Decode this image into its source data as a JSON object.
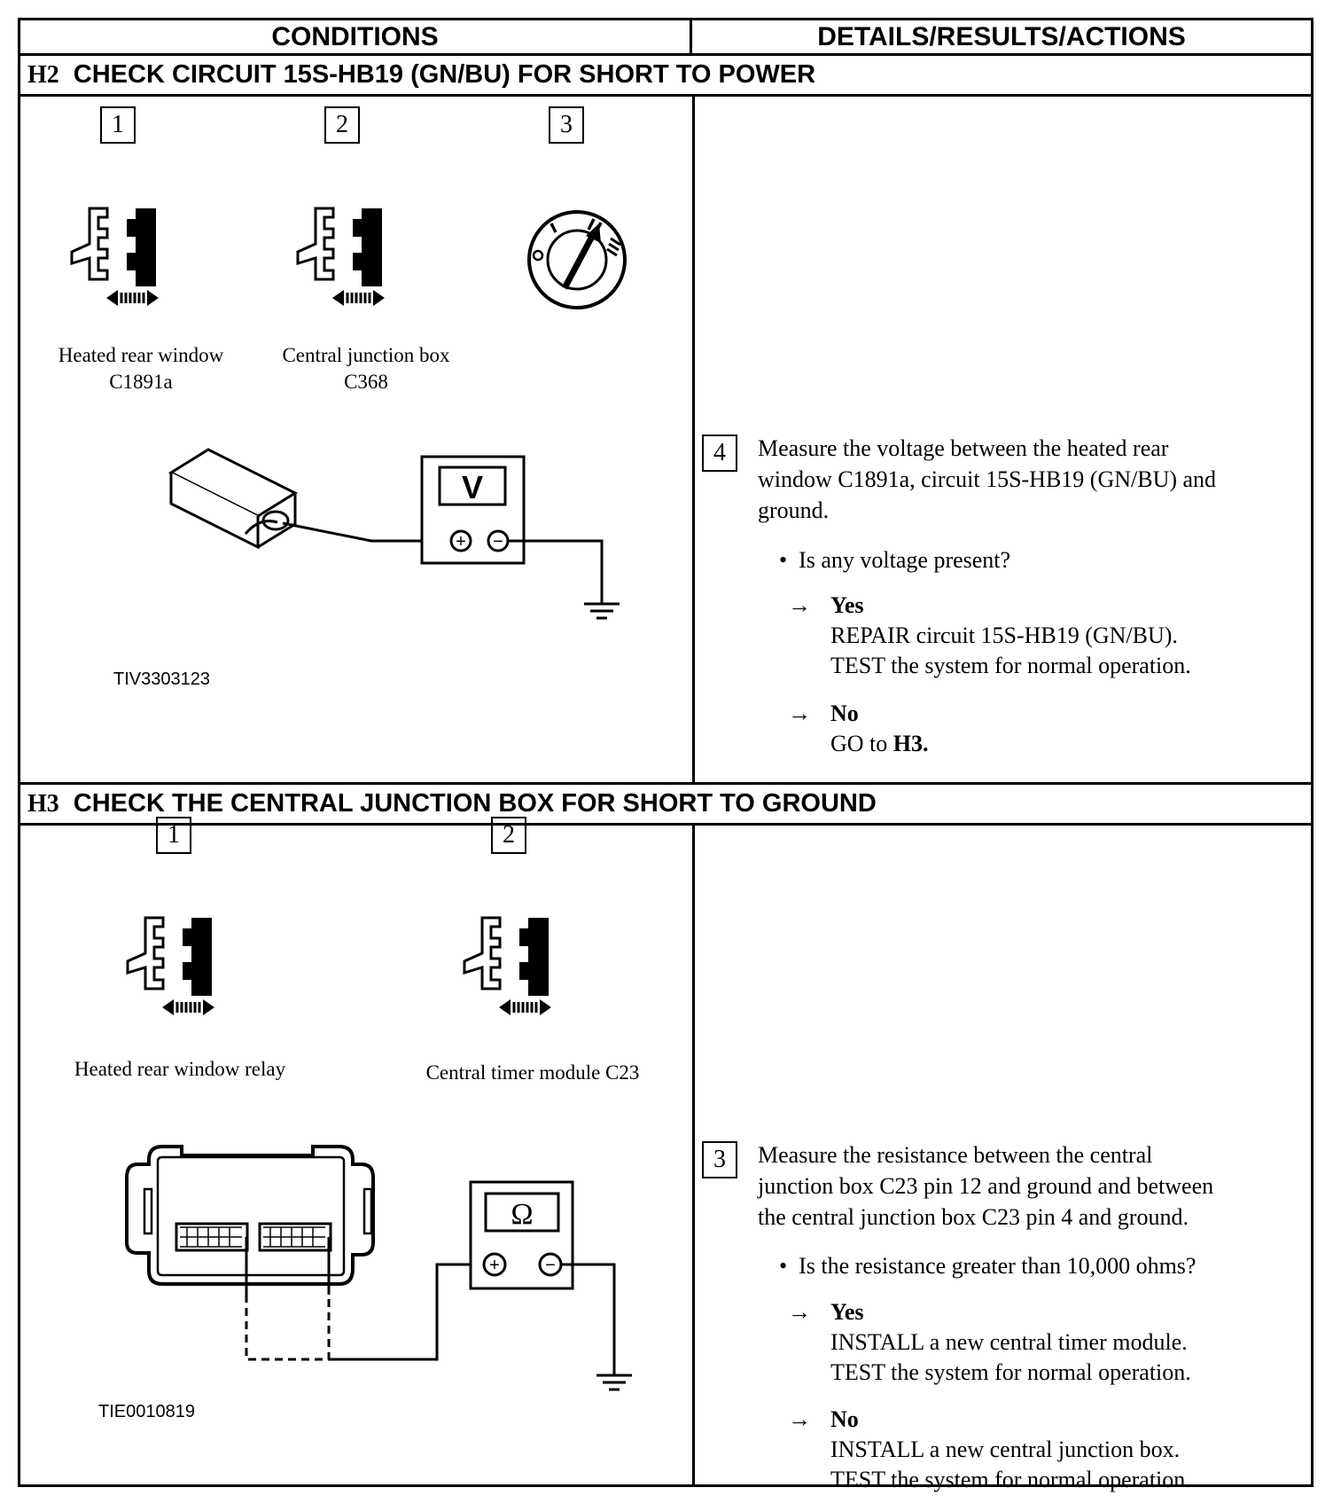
{
  "header": {
    "conditions": "CONDITIONS",
    "details": "DETAILS/RESULTS/ACTIONS"
  },
  "h2": {
    "id": "H2",
    "title": "CHECK CIRCUIT 15S-HB19 (GN/BU) FOR SHORT TO POWER",
    "steps": [
      "1",
      "2",
      "3"
    ],
    "caption1": [
      "Heated rear window",
      "C1891a"
    ],
    "caption2": [
      "Central junction box",
      "C368"
    ],
    "meter_symbol": "V",
    "plus": "+",
    "minus": "−",
    "figure_id": "TIV3303123",
    "detail_step": "4",
    "detail_text": [
      "Measure the voltage between the heated rear",
      "window C1891a, circuit 15S-HB19 (GN/BU) and",
      "ground."
    ],
    "question": "Is any voltage present?",
    "yes_label": "Yes",
    "yes_actions": [
      "REPAIR circuit 15S-HB19 (GN/BU).",
      "TEST the system for normal operation."
    ],
    "no_label": "No",
    "no_action_prefix": "GO to ",
    "no_action_target": "H3."
  },
  "h3": {
    "id": "H3",
    "title": "CHECK THE CENTRAL JUNCTION BOX FOR SHORT TO GROUND",
    "steps": [
      "1",
      "2"
    ],
    "caption1": "Heated rear window relay",
    "caption2": "Central timer module C23",
    "meter_symbol": "Ω",
    "plus": "+",
    "minus": "−",
    "figure_id": "TIE0010819",
    "detail_step": "3",
    "detail_text": [
      "Measure the resistance between the central",
      "junction box C23 pin 12 and ground and between",
      "the central junction box C23 pin 4 and ground."
    ],
    "question": "Is the resistance greater than 10,000 ohms?",
    "yes_label": "Yes",
    "yes_actions": [
      "INSTALL a new central timer module.",
      "TEST the system for normal operation."
    ],
    "no_label": "No",
    "no_actions": [
      "INSTALL a new central junction box.",
      "TEST the system for normal operation."
    ]
  },
  "arrow_glyph": "→",
  "bullet_glyph": "•"
}
